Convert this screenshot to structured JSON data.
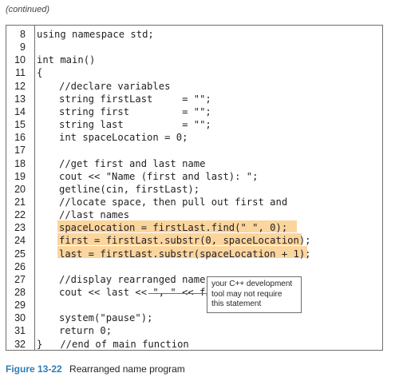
{
  "header": {
    "continued": "(continued)"
  },
  "code_lines": [
    {
      "n": "8",
      "text": "using namespace std;"
    },
    {
      "n": "9",
      "text": ""
    },
    {
      "n": "10",
      "text": "int main()"
    },
    {
      "n": "11",
      "text": "{"
    },
    {
      "n": "12",
      "text": "//declare variables"
    },
    {
      "n": "13",
      "text": "string firstLast     = \"\";"
    },
    {
      "n": "14",
      "text": "string first         = \"\";"
    },
    {
      "n": "15",
      "text": "string last          = \"\";"
    },
    {
      "n": "16",
      "text": "int spaceLocation = 0;"
    },
    {
      "n": "17",
      "text": ""
    },
    {
      "n": "18",
      "text": "//get first and last name"
    },
    {
      "n": "19",
      "text": "cout << \"Name (first and last): \";"
    },
    {
      "n": "20",
      "text": "getline(cin, firstLast);"
    },
    {
      "n": "21",
      "text": "//locate space, then pull out first and"
    },
    {
      "n": "22",
      "text": "//last names"
    },
    {
      "n": "23",
      "text": "spaceLocation = firstLast.find(\" \", 0);"
    },
    {
      "n": "24",
      "text": "first = firstLast.substr(0, spaceLocation);"
    },
    {
      "n": "25",
      "text": "last = firstLast.substr(spaceLocation + 1);"
    },
    {
      "n": "26",
      "text": ""
    },
    {
      "n": "27",
      "text": "//display rearranged name"
    },
    {
      "n": "28",
      "text": "cout << last << \", \" << first << endl;"
    },
    {
      "n": "29",
      "text": ""
    },
    {
      "n": "30",
      "text": "system(\"pause\");"
    },
    {
      "n": "31",
      "text": "return 0;"
    },
    {
      "n": "32",
      "text": "}   //end of main function"
    }
  ],
  "annotation": {
    "line1": "your C++ development",
    "line2": "tool may not require",
    "line3": "this statement"
  },
  "caption": {
    "figure": "Figure 13-22",
    "title": "Rearranged name program"
  },
  "colors": {
    "highlight": "#fbd59e",
    "caption_blue": "#2c7cb8"
  }
}
